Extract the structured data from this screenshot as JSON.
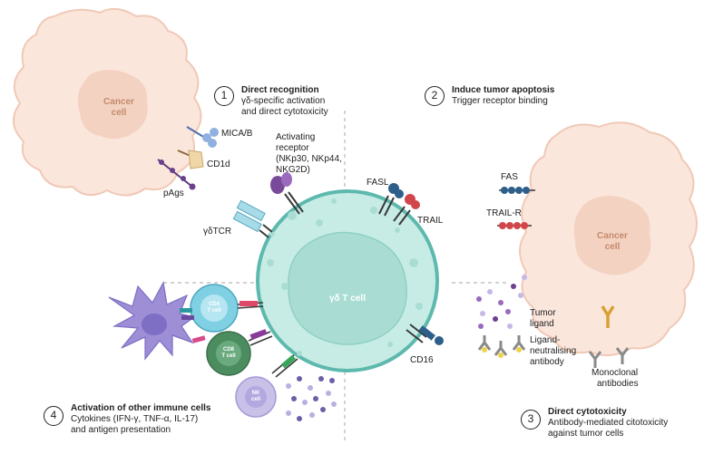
{
  "colors": {
    "cancer_fill": "#fbe6dc",
    "cancer_stroke": "#f0c9b6",
    "nucleus": "#f3d2c2",
    "tcell_fill": "#c7ece6",
    "tcell_stroke": "#5db9ad",
    "tnucleus": "#a9ddd4",
    "cd4": "#7fd0e2",
    "cd8": "#4c8d60",
    "nk": "#c9c1e8",
    "dc": "#9d8ed6",
    "divider": "#b8b8b8"
  },
  "cells": {
    "cancer_left": {
      "label_line1": "Cancer",
      "label_line2": "cell"
    },
    "cancer_right": {
      "label_line1": "Cancer",
      "label_line2": "cell"
    },
    "gd_t_cell": {
      "label": "γδ T cell"
    },
    "cd4": {
      "line1": "CD4",
      "line2": "T cell"
    },
    "cd8": {
      "line1": "CD8",
      "line2": "T cell"
    },
    "nk": {
      "line1": "NK",
      "line2": "cell"
    }
  },
  "mechanisms": [
    {
      "number": "1",
      "title": "Direct recognition",
      "line1": "γδ-specific activation",
      "line2": "and direct cytotoxicity"
    },
    {
      "number": "2",
      "title": "Induce tumor apoptosis",
      "line1": "Trigger receptor binding",
      "line2": ""
    },
    {
      "number": "3",
      "title": "Direct cytotoxicity",
      "line1": "Antibody-mediated citotoxicity",
      "line2": "against tumor cells"
    },
    {
      "number": "4",
      "title": "Activation of other immune cells",
      "line1": "Cytokines (IFN-γ, TNF-α, IL-17)",
      "line2": "and antigen presentation"
    }
  ],
  "labels": {
    "mica": "MICA/B",
    "cd1d": "CD1d",
    "pags": "pAgs",
    "activating": [
      "Activating",
      "receptor",
      "(NKp30, NKp44,",
      "NKG2D)"
    ],
    "gdtcr": "γδTCR",
    "fasl": "FASL",
    "trail": "TRAIL",
    "fas": "FAS",
    "trail_r": "TRAIL-R",
    "tumor_ligand": [
      "Tumor",
      "ligand"
    ],
    "ligand_ab": [
      "Ligand-",
      "neutralising",
      "antibody"
    ],
    "cd16": "CD16",
    "monoclonal": [
      "Monoclonal",
      "antibodies"
    ]
  }
}
